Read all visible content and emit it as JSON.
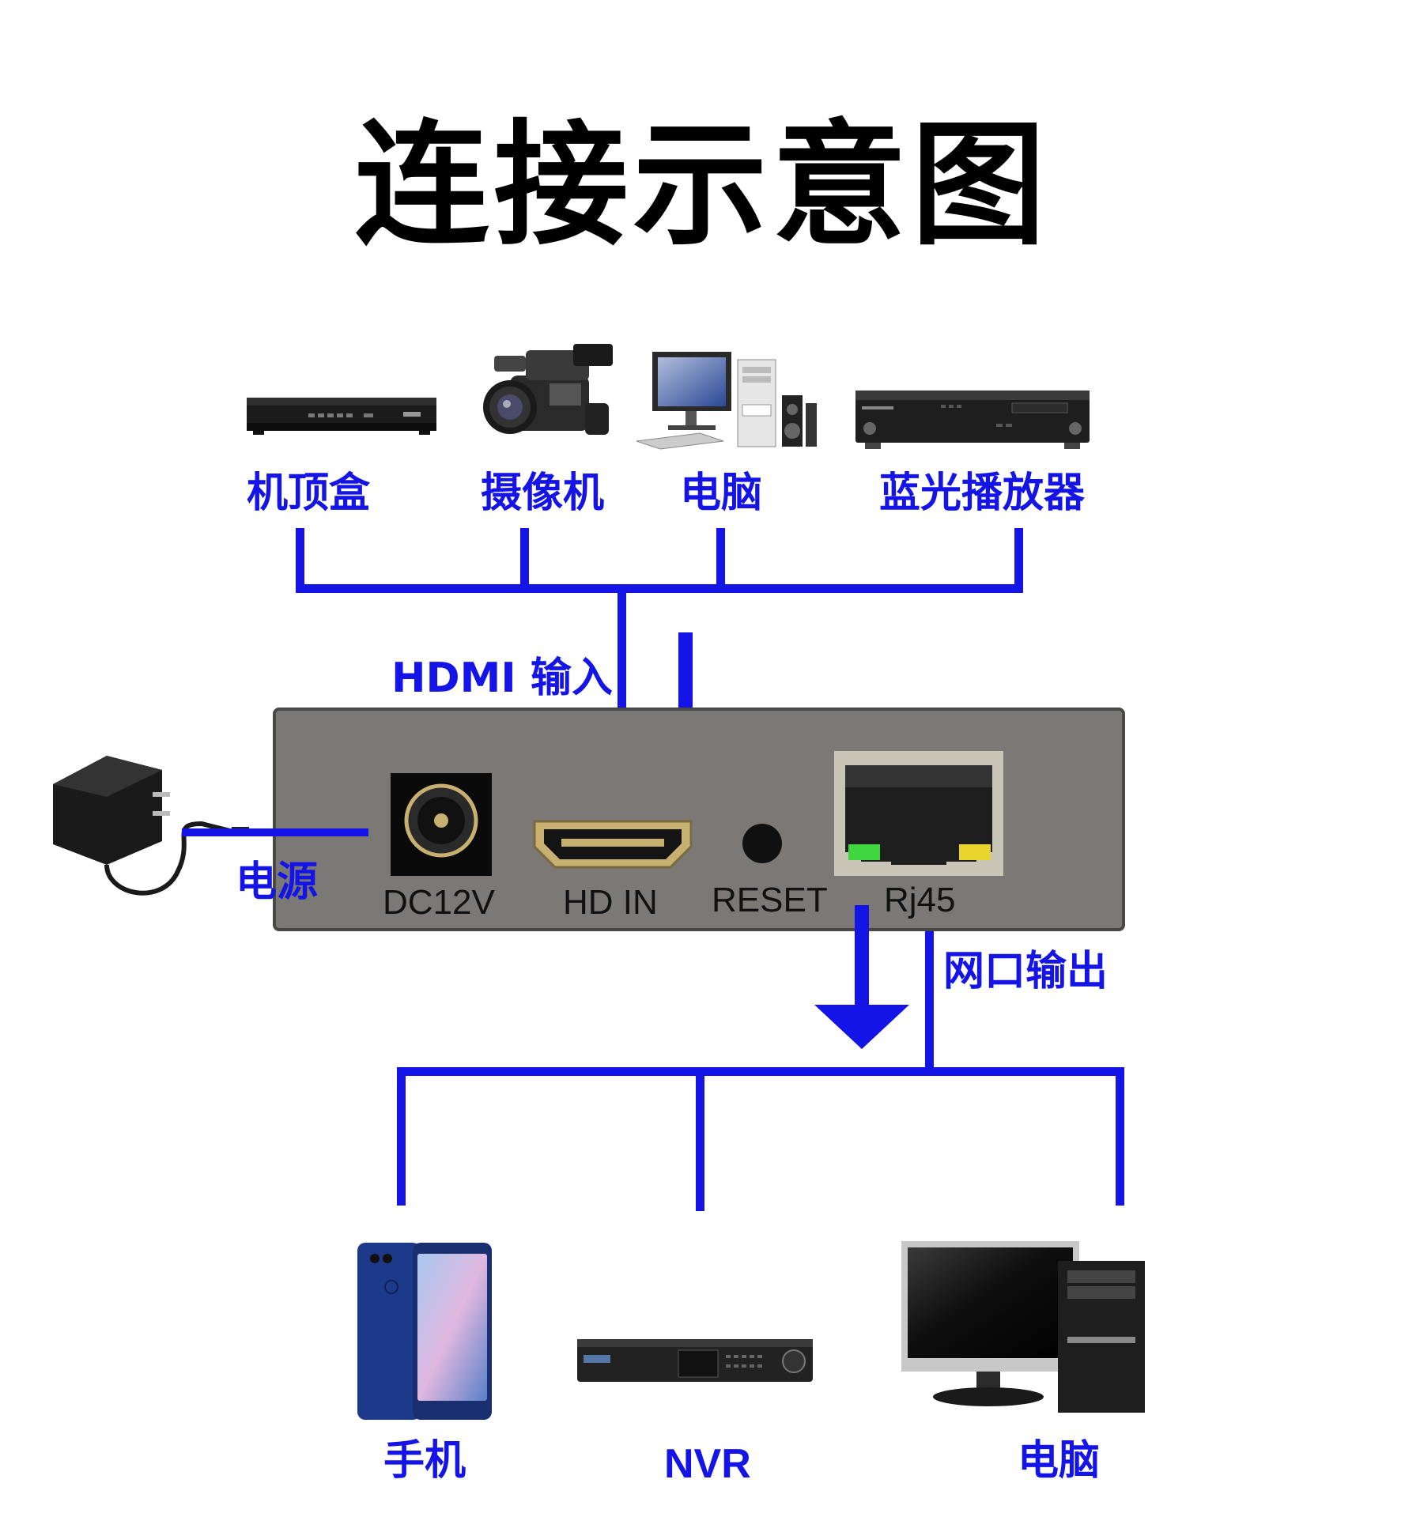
{
  "title": "连接示意图",
  "colors": {
    "line": "#1414e6",
    "panel": "#7b7875",
    "label_blue": "#1414e6"
  },
  "sources": [
    {
      "label": "机顶盒",
      "icon": "set-top-box-icon"
    },
    {
      "label": "摄像机",
      "icon": "camcorder-icon"
    },
    {
      "label": "电脑",
      "icon": "desktop-computer-icon"
    },
    {
      "label": "蓝光播放器",
      "icon": "bluray-player-icon"
    }
  ],
  "hdmi_input_label": "HDMI 输入",
  "power_label": "电源",
  "network_output_label": "网口输出",
  "panel": {
    "ports": [
      {
        "label": "DC12V",
        "icon": "dc-jack-icon"
      },
      {
        "label": "HD IN",
        "icon": "hdmi-port-icon"
      },
      {
        "label": "RESET",
        "icon": "reset-button-icon"
      },
      {
        "label": "Rj45",
        "icon": "rj45-port-icon"
      }
    ]
  },
  "outputs": [
    {
      "label": "手机",
      "icon": "smartphone-icon"
    },
    {
      "label": "NVR",
      "icon": "nvr-icon"
    },
    {
      "label": "电脑",
      "icon": "desktop-computer-icon"
    }
  ]
}
